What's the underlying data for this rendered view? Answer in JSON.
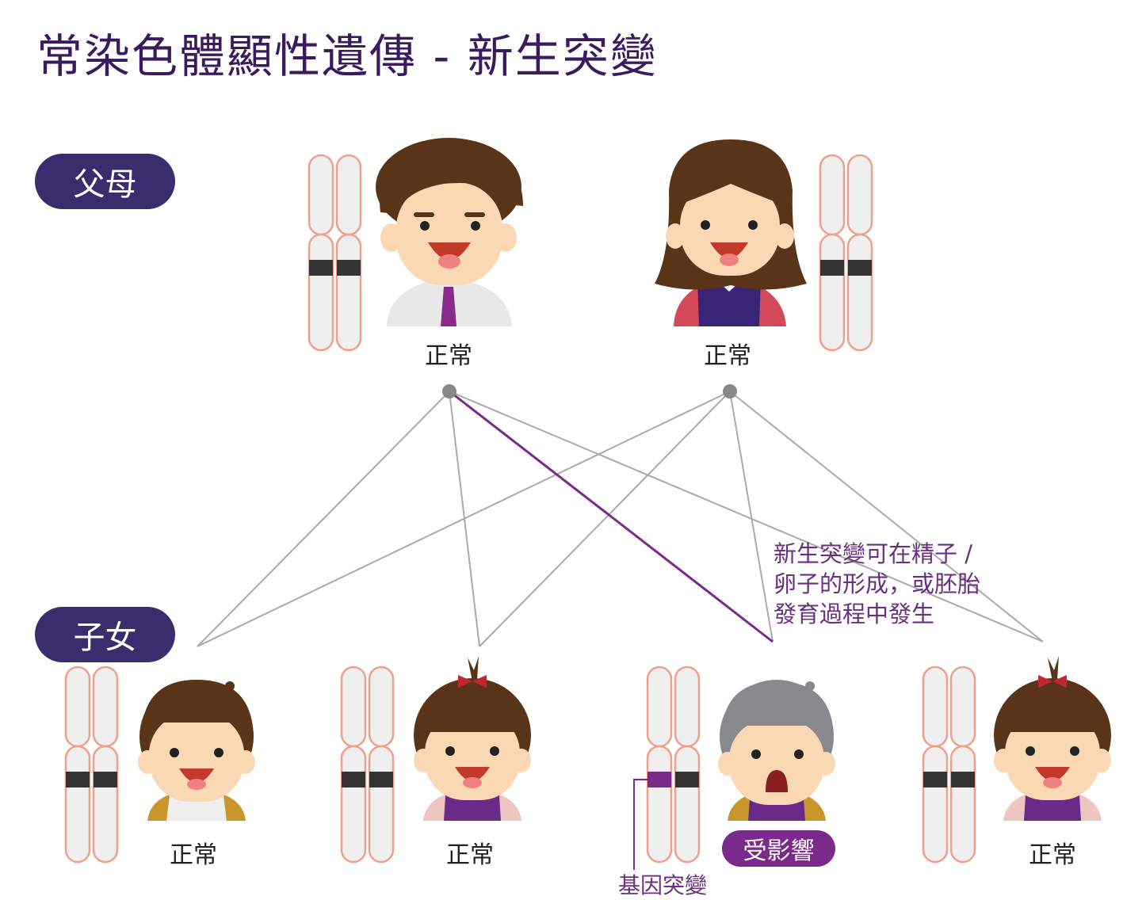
{
  "title": "常染色體顯性遺傳 - 新生突變",
  "labels": {
    "parents": "父母",
    "children": "子女"
  },
  "parents": [
    {
      "status": "正常"
    },
    {
      "status": "正常"
    }
  ],
  "children": [
    {
      "status": "正常"
    },
    {
      "status": "正常"
    },
    {
      "status": "受影響"
    },
    {
      "status": "正常"
    }
  ],
  "note": [
    "新生突變可在精子 /",
    "卵子的形成，或胚胎",
    "發育過程中發生"
  ],
  "mutation_label": "基因突變",
  "colors": {
    "title": "#3b1a5e",
    "pill": "#3a2d6e",
    "accent": "#7a2a8a",
    "line": "#aaaaaa",
    "chromosome": "#f0a08a",
    "band": "#333333"
  }
}
